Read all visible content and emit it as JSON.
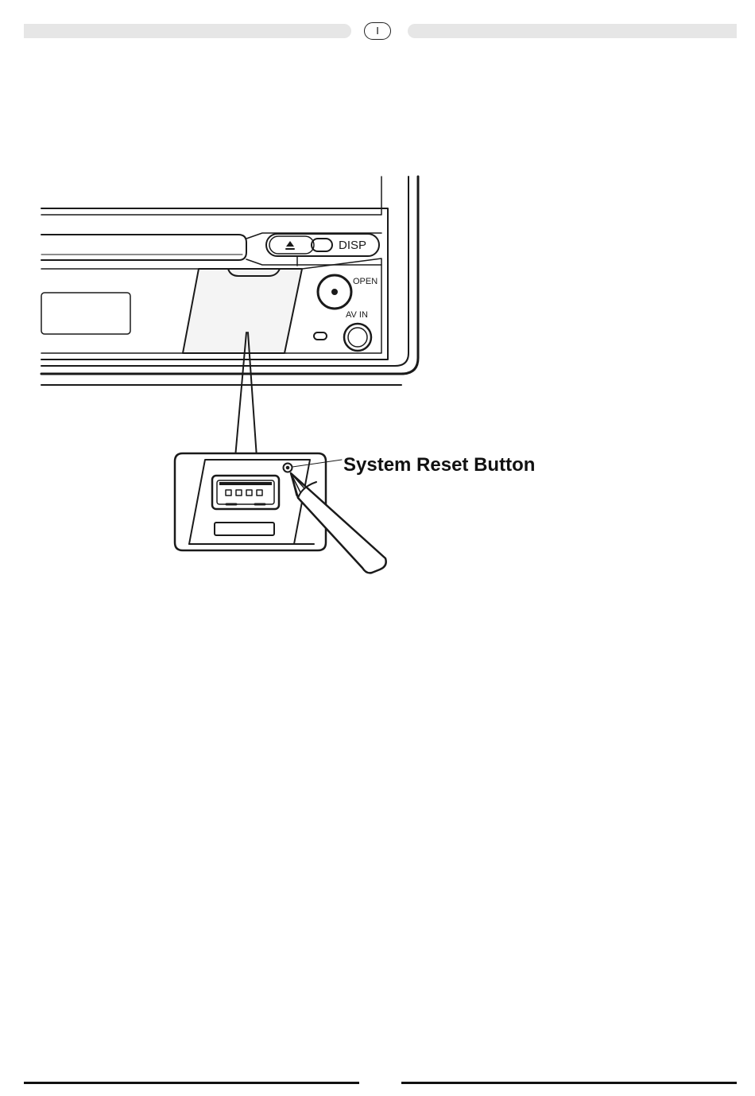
{
  "header": {
    "page_marker": "I"
  },
  "figure": {
    "labels": {
      "eject_icon": "eject-icon",
      "disp_button": "DISP",
      "open_button": "OPEN",
      "av_in_jack": "AV IN",
      "callout": "System Reset Button"
    }
  }
}
